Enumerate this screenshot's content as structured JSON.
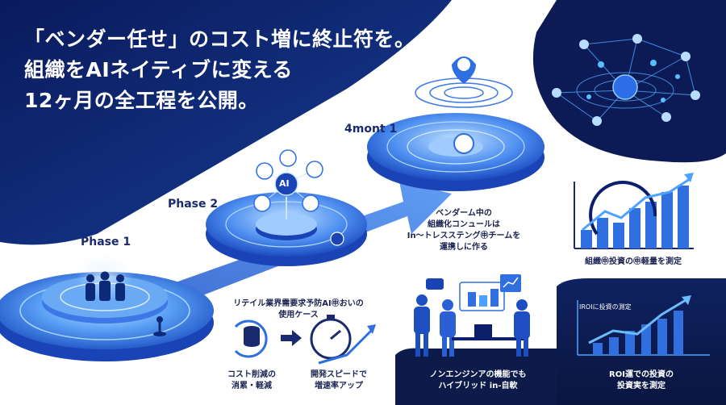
{
  "headline": {
    "line1": "「ベンダー任せ」のコスト増に終止符を。",
    "line2": "組織をAIネイティブに変える",
    "line3": "12ヶ月の全工程を公開。"
  },
  "phases": {
    "phase1": "Phase 1",
    "phase2": "Phase 2",
    "phase3": "4mont 1"
  },
  "platform_ai_label": "AI",
  "captions": {
    "vendor_team": [
      "ベンダーム中の",
      "組織化コンュールは",
      "In～トレスステング㊥チームを",
      "運携しに作る"
    ],
    "retail_use_case": [
      "リテイル業界需要求予防AI㊥おいの",
      "使用ケース"
    ],
    "cost_reduction": [
      "コスト削減の",
      "消累・軽減"
    ],
    "dev_speed": [
      "開発スピードで",
      "増速率アップ"
    ],
    "non_engineer": [
      "ノンエンジンアの機能でも",
      "ハイブリッド in-自軟"
    ],
    "measure_investment": "組織㊥投資の㊥軽量を測定",
    "roi_title": "IROIに投資の測定",
    "roi_caption": [
      "ROI運での投資の",
      "投資実を測定"
    ]
  },
  "colors": {
    "navy": "#0b1f6b",
    "blue": "#2f6fe0",
    "light_blue": "#8fc2ff",
    "dark_panel": "#0d1b4a"
  }
}
